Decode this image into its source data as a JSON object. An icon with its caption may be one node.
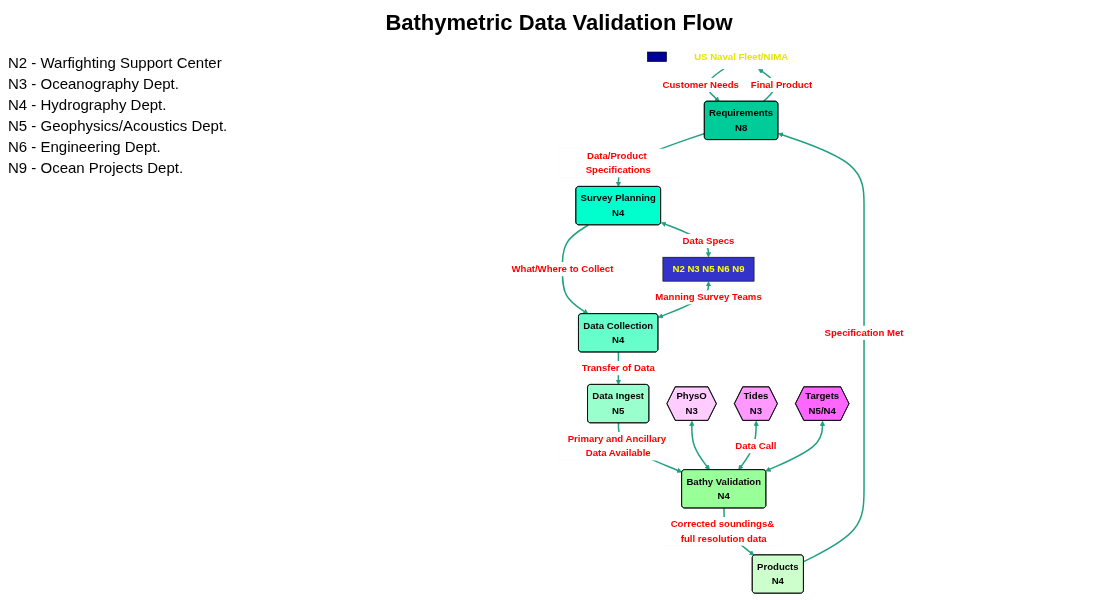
{
  "diagram": {
    "title": "Bathymetric Data Validation Flow",
    "nodes": [
      {
        "text": [],
        "shape": "box"
      },
      {
        "text": [
          "US Naval Fleet/NIMA"
        ]
      },
      {
        "text": [
          "Requirements",
          "N8"
        ]
      },
      {
        "text": [
          "Survey Planning",
          "N4"
        ]
      },
      {
        "text": [
          "N2 N3 N5 N6 N9"
        ]
      },
      {
        "text": [
          "Data Collection",
          "N4"
        ]
      },
      {
        "text": [
          "Data Ingest",
          "N5"
        ]
      },
      {
        "text": [
          "Bathy Validation",
          "N4"
        ]
      },
      {
        "text": [
          "Products",
          "N4"
        ]
      },
      {
        "text": [
          "PhysO",
          "N3"
        ]
      },
      {
        "text": [
          "Tides",
          "N3"
        ]
      },
      {
        "text": [
          "Targets",
          "N5/N4"
        ]
      }
    ],
    "edges": [
      {
        "from": 2,
        "to": 1,
        "arrow": "to",
        "label": "Final Product"
      },
      {
        "from": 1,
        "to": 2,
        "arrow": "to",
        "label": "Customer Needs"
      },
      {
        "from": 2,
        "to": 3,
        "arrow": "to",
        "label": "Data/Product Specifications"
      },
      {
        "from": 3,
        "to": 4,
        "arrow": "both",
        "label": "Data Specs"
      },
      {
        "from": 3,
        "to": 5,
        "arrow": "to",
        "label": "What/Where to Collect"
      },
      {
        "from": 4,
        "to": 5,
        "arrow": "both",
        "label": "Manning Survey Teams"
      },
      {
        "from": 5,
        "to": 6,
        "arrow": "to",
        "label": "Transfer of Data"
      },
      {
        "from": 6,
        "to": 7,
        "arrow": "to",
        "label": "Primary and Ancillary Data Available"
      },
      {
        "from": 7,
        "to": 8,
        "arrow": "to",
        "label": "Corrected soundings& full resolution data"
      },
      {
        "from": 8,
        "to": 2,
        "arrow": "to",
        "label": "Specification Met"
      },
      {
        "from": 9,
        "to": 7,
        "arrow": "both"
      },
      {
        "from": 10,
        "to": 7,
        "arrow": "both",
        "label": "Data Call"
      },
      {
        "from": 11,
        "to": 7,
        "arrow": "both"
      }
    ],
    "labels": [
      "N2 - Warfighting Support Center",
      "N3 - Oceanography Dept.",
      "N4 - Hydrography Dept.",
      "N5 - Geophysics/Acoustics Dept.",
      "N6 - Engineering Dept.",
      "N9 - Ocean Projects Dept."
    ]
  }
}
